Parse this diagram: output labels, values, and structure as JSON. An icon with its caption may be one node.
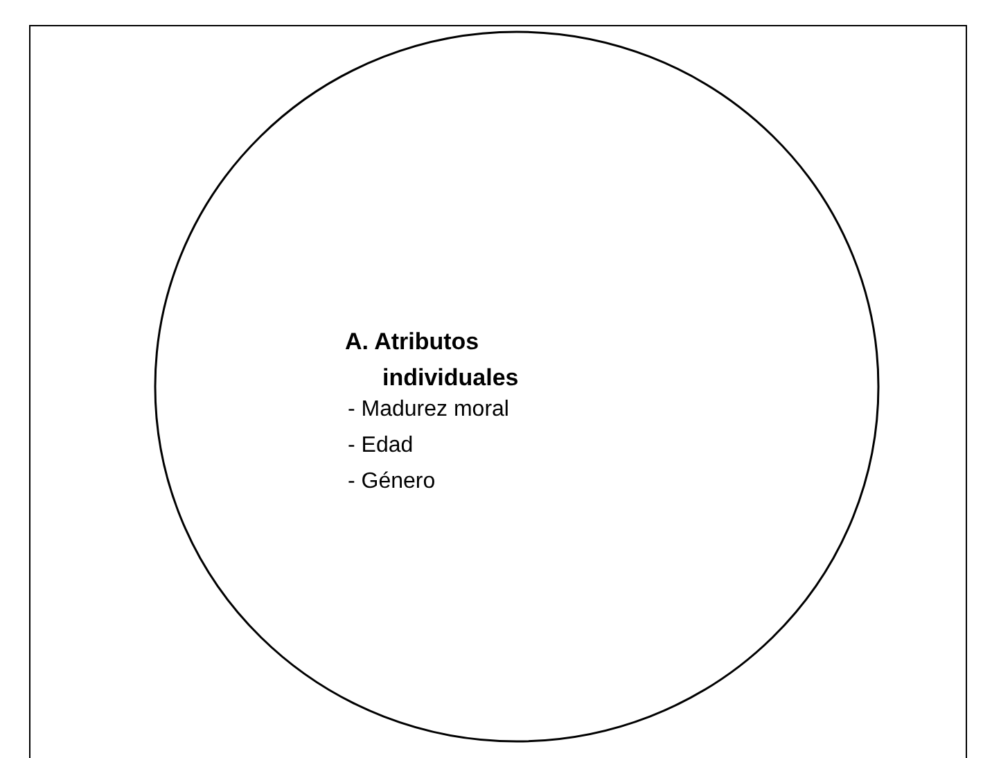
{
  "diagram": {
    "nodes": [
      {
        "text": [],
        "shape": "box"
      },
      {
        "text": [
          "A. Atributos individuales",
          "- Madurez moral",
          "- Edad",
          "- Género"
        ],
        "in": 0
      }
    ]
  }
}
